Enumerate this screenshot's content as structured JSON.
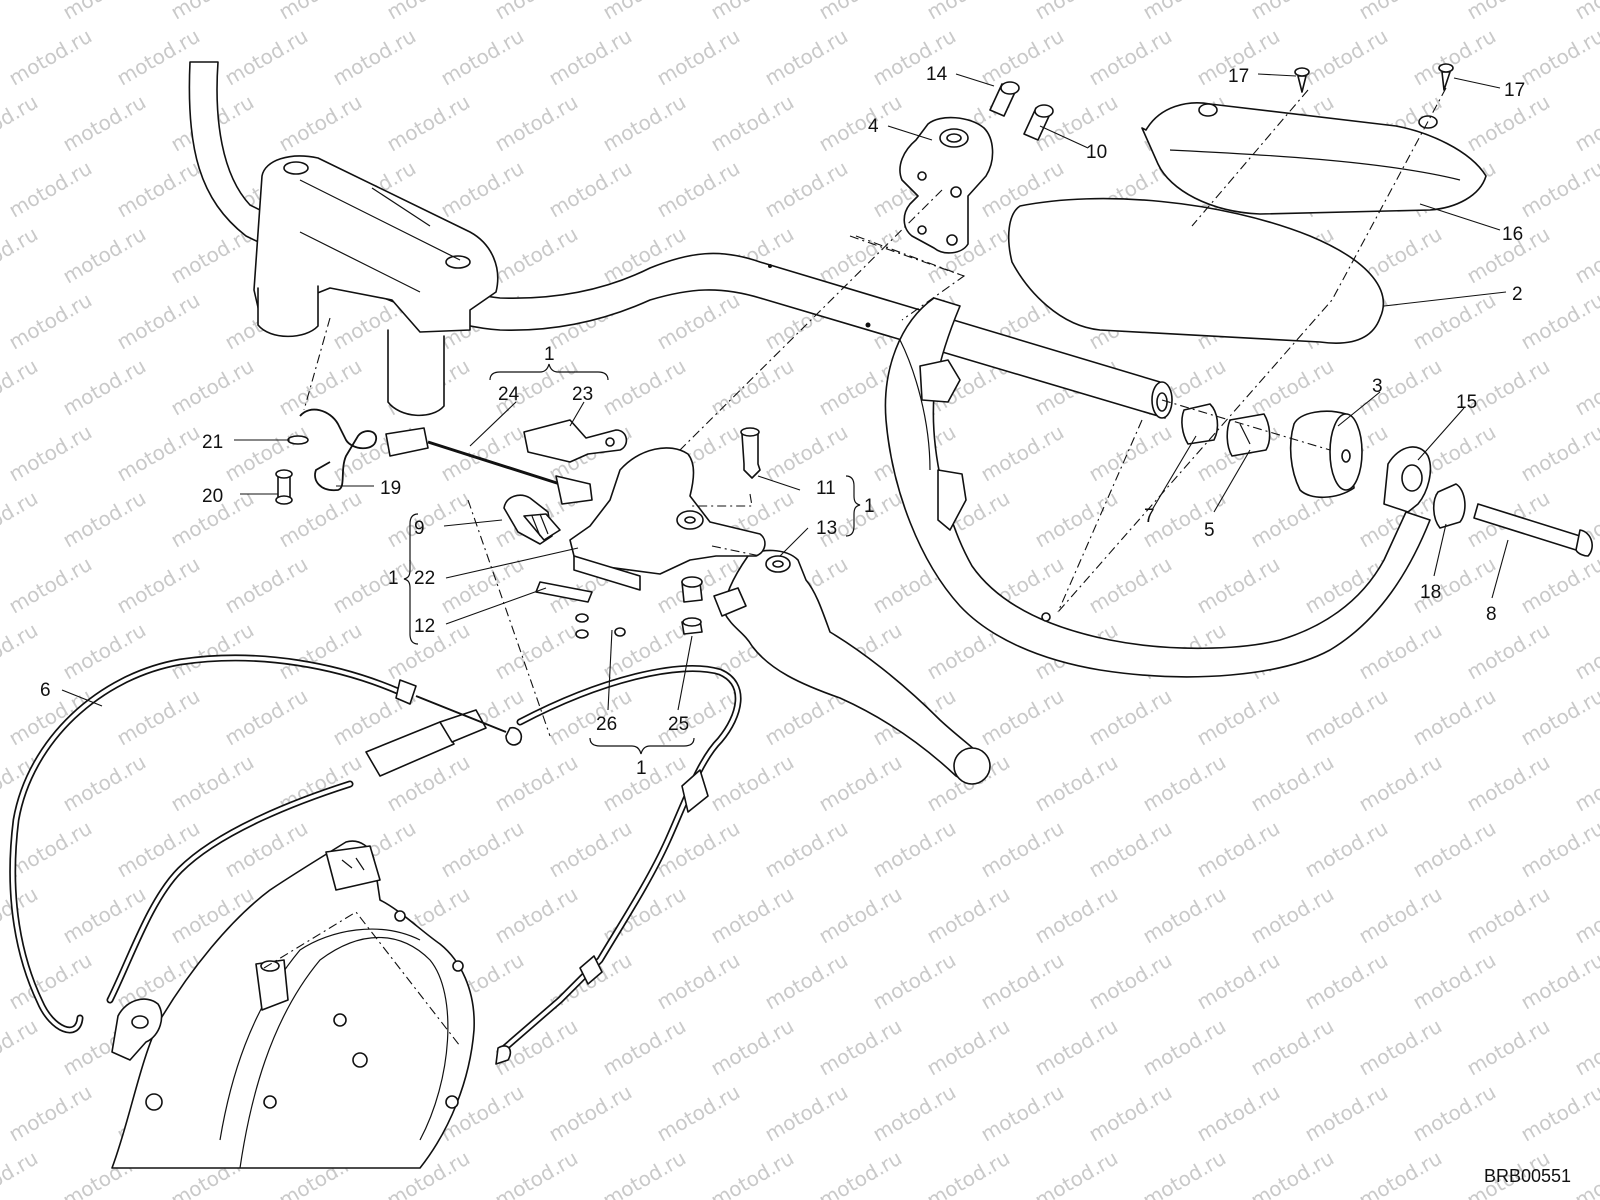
{
  "watermark": "motod.ru",
  "drawing_code": "BRB00551",
  "callouts": [
    {
      "id": "c1-top",
      "text": "1"
    },
    {
      "id": "c2",
      "text": "2"
    },
    {
      "id": "c3",
      "text": "3"
    },
    {
      "id": "c4",
      "text": "4"
    },
    {
      "id": "c5",
      "text": "5"
    },
    {
      "id": "c6",
      "text": "6"
    },
    {
      "id": "c7",
      "text": "7"
    },
    {
      "id": "c8",
      "text": "8"
    },
    {
      "id": "c9",
      "text": "9"
    },
    {
      "id": "c10",
      "text": "10"
    },
    {
      "id": "c11",
      "text": "11"
    },
    {
      "id": "c1-right",
      "text": "1"
    },
    {
      "id": "c12",
      "text": "12"
    },
    {
      "id": "c13",
      "text": "13"
    },
    {
      "id": "c14",
      "text": "14"
    },
    {
      "id": "c15",
      "text": "15"
    },
    {
      "id": "c16",
      "text": "16"
    },
    {
      "id": "c17-left",
      "text": "17"
    },
    {
      "id": "c17-right",
      "text": "17"
    },
    {
      "id": "c18",
      "text": "18"
    },
    {
      "id": "c19",
      "text": "19"
    },
    {
      "id": "c20",
      "text": "20"
    },
    {
      "id": "c21",
      "text": "21"
    },
    {
      "id": "c22",
      "text": "22"
    },
    {
      "id": "c1-left",
      "text": "1"
    },
    {
      "id": "c23",
      "text": "23"
    },
    {
      "id": "c24",
      "text": "24"
    },
    {
      "id": "c25",
      "text": "25"
    },
    {
      "id": "c26",
      "text": "26"
    },
    {
      "id": "c1-bottom",
      "text": "1"
    }
  ]
}
